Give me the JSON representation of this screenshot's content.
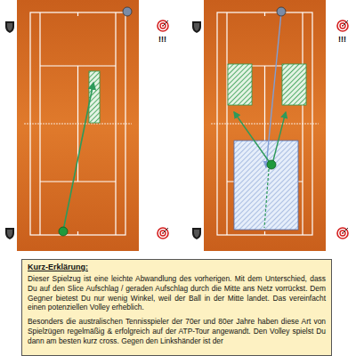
{
  "diagram": {
    "nodes": [
      {
        "text": [
          "Kurz-Erklärung:",
          "Dieser Spielzug ist eine leichte Abwandlung des vorherigen. Mit dem Unterschied, dass Du auf den Slice Aufschlag / geraden Aufschlag durch die Mitte ans Netz vorrückst. Dem Gegner bietest Du nur wenig Winkel, weil der Ball in der Mitte landet. Das vereinfacht einen potenziellen Volley erheblich.",
          "Besonders die australischen Tennisspieler der 70er und 80er Jahre haben diese Art von Spielzügen regelmäßig & erfolgreich auf der ATP-Tour angewandt. Den Volley spielst Du dann am besten kurz cross. Gegen den Linkshänder ist der"
        ]
      }
    ],
    "labels": [
      "!!!",
      "!!!"
    ]
  }
}
